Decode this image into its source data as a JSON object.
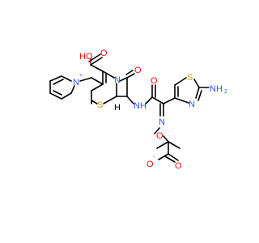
{
  "molecule": {
    "description_colors": {
      "oxygen": "#ff0d0d",
      "nitrogen": "#3050f8",
      "sulfur": "#c8a000",
      "carbon_bond": "#000000"
    },
    "labels": {
      "cooh_top": "HO",
      "n_plus": "N",
      "n_plus_charge": "+",
      "o_ketone": "O",
      "n_ring": "N",
      "s_ring": "S",
      "h_stereo": "H",
      "nh_amide": "NH",
      "o_amide": "O",
      "s_thiazole": "S",
      "n_thiazole": "N",
      "nh2": "NH",
      "nh2_sub": "2",
      "n_oxime": "N",
      "o_oxime": "O",
      "o_carboxylate_left": "O",
      "o_carboxylate_minus": "-",
      "o_carboxylate_right": "O",
      "o_cooh_dbl": "O"
    }
  }
}
